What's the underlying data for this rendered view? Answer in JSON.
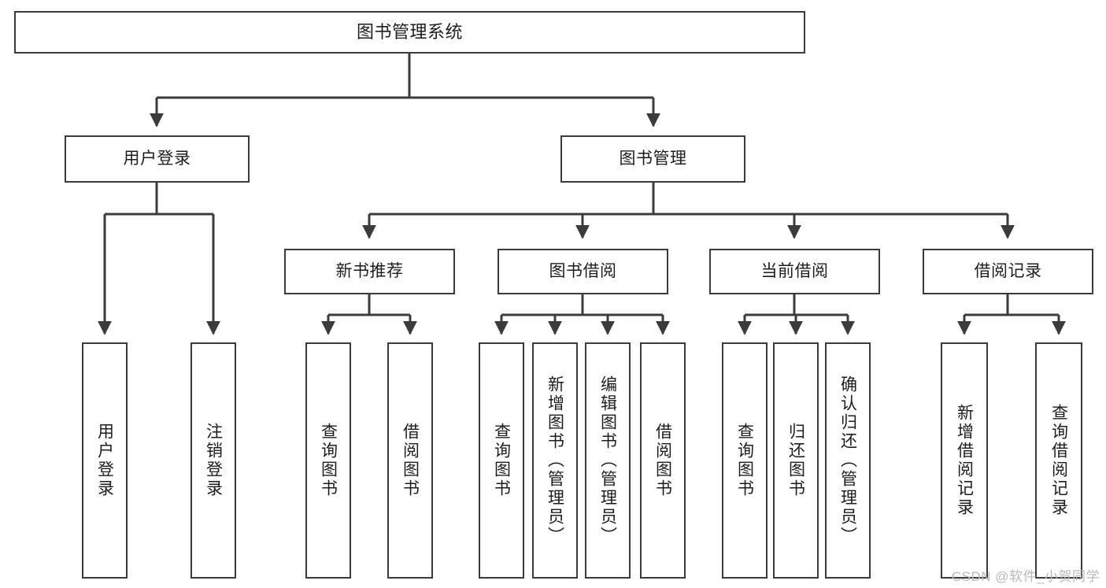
{
  "diagram": {
    "title": "图书管理系统",
    "type": "tree-hierarchy-chart",
    "watermark": "CSDN @软件_小贺同学",
    "colors": {
      "stroke": "#3b3b3b",
      "fill": "#ffffff",
      "text": "#1d1d1d",
      "watermark": "#b9b9b9"
    },
    "root": {
      "id": "root",
      "label": "图书管理系统"
    },
    "level2": [
      {
        "id": "user-login",
        "label": "用户登录"
      },
      {
        "id": "book-management",
        "label": "图书管理"
      }
    ],
    "level3": [
      {
        "id": "new-book-recommend",
        "label": "新书推荐",
        "parent": "book-management"
      },
      {
        "id": "book-borrow",
        "label": "图书借阅",
        "parent": "book-management"
      },
      {
        "id": "current-borrow",
        "label": "当前借阅",
        "parent": "book-management"
      },
      {
        "id": "borrow-record",
        "label": "借阅记录",
        "parent": "book-management"
      }
    ],
    "leaves": [
      {
        "id": "leaf-user-login",
        "label": "用户登录",
        "parent": "user-login"
      },
      {
        "id": "leaf-logout-login",
        "label": "注销登录",
        "parent": "user-login"
      },
      {
        "id": "leaf-query-book-1",
        "label": "查询图书",
        "parent": "new-book-recommend"
      },
      {
        "id": "leaf-borrow-book-1",
        "label": "借阅图书",
        "parent": "new-book-recommend"
      },
      {
        "id": "leaf-query-book-2",
        "label": "查询图书",
        "parent": "book-borrow"
      },
      {
        "id": "leaf-add-book",
        "label": "新增图书（管理员）",
        "parent": "book-borrow"
      },
      {
        "id": "leaf-edit-book",
        "label": "编辑图书（管理员）",
        "parent": "book-borrow"
      },
      {
        "id": "leaf-borrow-book-2",
        "label": "借阅图书",
        "parent": "book-borrow"
      },
      {
        "id": "leaf-query-book-3",
        "label": "查询图书",
        "parent": "current-borrow"
      },
      {
        "id": "leaf-return-book",
        "label": "归还图书",
        "parent": "current-borrow"
      },
      {
        "id": "leaf-confirm-return",
        "label": "确认归还（管理员）",
        "parent": "current-borrow"
      },
      {
        "id": "leaf-add-record",
        "label": "新增借阅记录",
        "parent": "borrow-record"
      },
      {
        "id": "leaf-query-record",
        "label": "查询借阅记录",
        "parent": "borrow-record"
      }
    ]
  }
}
